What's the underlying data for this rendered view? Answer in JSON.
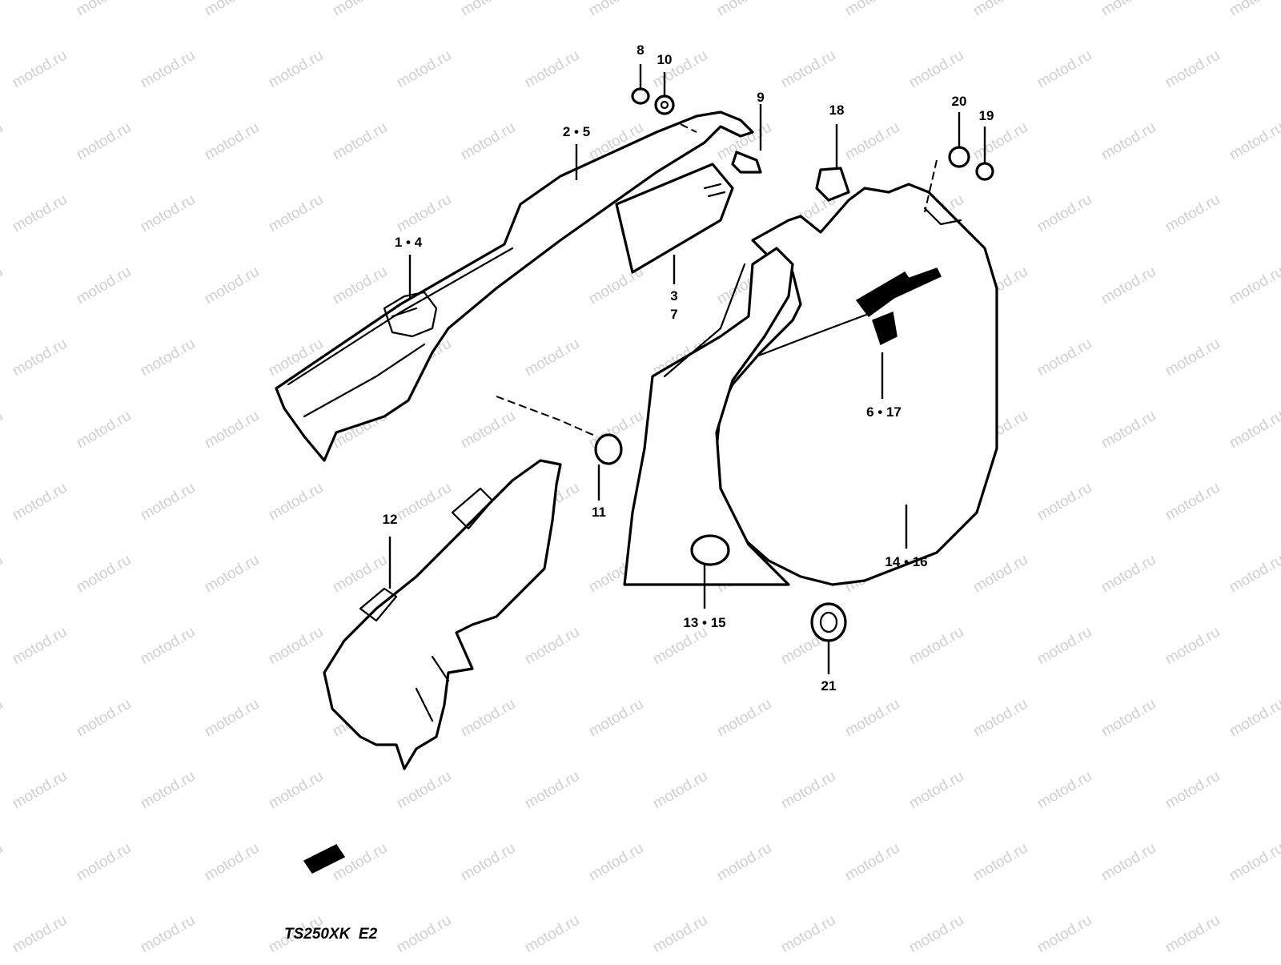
{
  "watermark": "motod.ru",
  "model_label": "TS250XK  E2",
  "callouts": [
    {
      "id": "c-8",
      "text": "8"
    },
    {
      "id": "c-10",
      "text": "10"
    },
    {
      "id": "c-2-5",
      "text": "2 • 5"
    },
    {
      "id": "c-9",
      "text": "9"
    },
    {
      "id": "c-18",
      "text": "18"
    },
    {
      "id": "c-20",
      "text": "20"
    },
    {
      "id": "c-19",
      "text": "19"
    },
    {
      "id": "c-1-4",
      "text": "1 • 4"
    },
    {
      "id": "c-3",
      "text": "3"
    },
    {
      "id": "c-7",
      "text": "7"
    },
    {
      "id": "c-6-17",
      "text": "6 • 17"
    },
    {
      "id": "c-11",
      "text": "11"
    },
    {
      "id": "c-12",
      "text": "12"
    },
    {
      "id": "c-14-16",
      "text": "14 • 16"
    },
    {
      "id": "c-13-15",
      "text": "13 • 15"
    },
    {
      "id": "c-21",
      "text": "21"
    }
  ]
}
